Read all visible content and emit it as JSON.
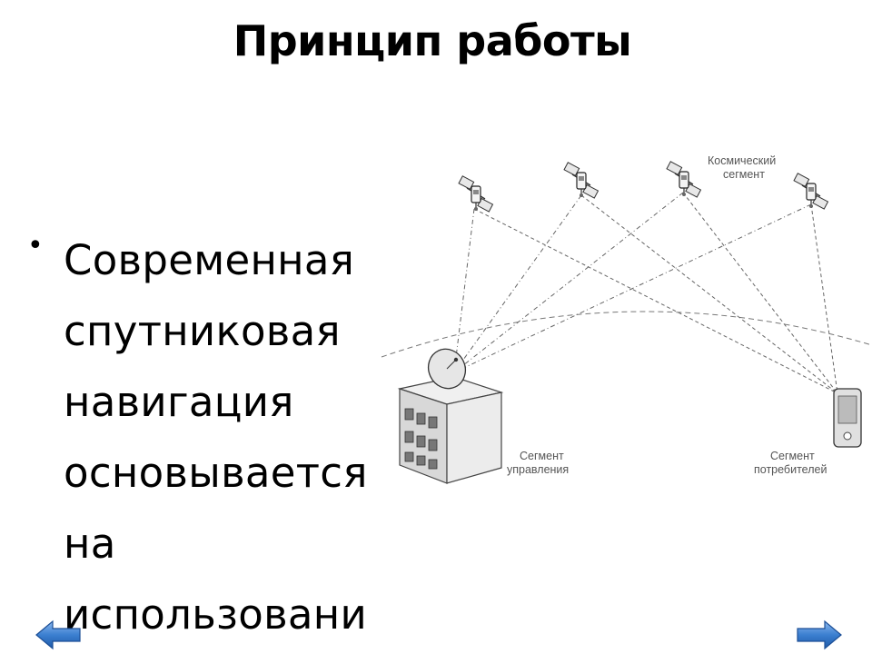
{
  "slide": {
    "title": "Принцип работы",
    "bullet": "Современная\nспутниковая\nнавигация\nосновывается\nна\nиспользовани"
  },
  "diagram": {
    "labels": {
      "space_segment": [
        "Космический",
        "сегмент"
      ],
      "control_segment": [
        "Сегмент",
        "управления"
      ],
      "user_segment": [
        "Сегмент",
        "потребителей"
      ]
    }
  },
  "navigation": {
    "prev_icon": "arrow-left-icon",
    "next_icon": "arrow-right-icon",
    "button_color": "#3b7fd0"
  }
}
